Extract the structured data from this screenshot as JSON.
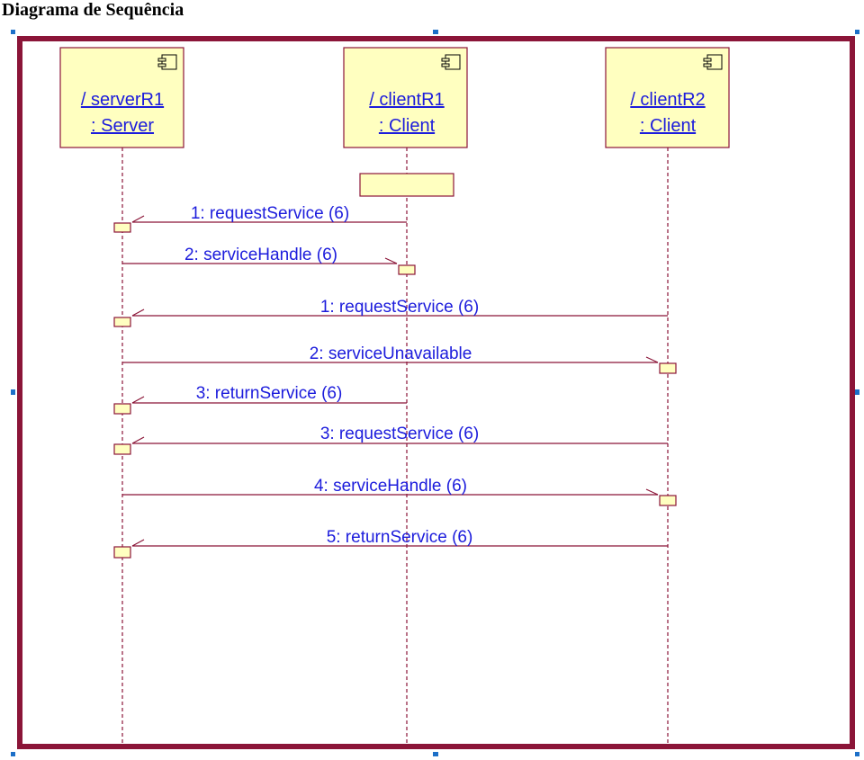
{
  "title": "Diagrama de Sequência",
  "colors": {
    "frame": "#8b1538",
    "lifeline": "#8b1538",
    "box_fill": "#ffffc0",
    "box_stroke": "#8b1538",
    "label": "#1c1cdc",
    "handle": "#1c6fc8"
  },
  "lifelines": [
    {
      "id": "serverR1",
      "name": "/ serverR1",
      "type": ": Server",
      "icon": "component-icon"
    },
    {
      "id": "clientR1",
      "name": "/ clientR1",
      "type": ": Client",
      "icon": "component-icon"
    },
    {
      "id": "clientR2",
      "name": "/ clientR2",
      "type": ": Client",
      "icon": "component-icon"
    }
  ],
  "messages": [
    {
      "label": "1: requestService (6)",
      "from": "clientR1",
      "to": "serverR1"
    },
    {
      "label": "2: serviceHandle (6)",
      "from": "serverR1",
      "to": "clientR1"
    },
    {
      "label": "1: requestService (6)",
      "from": "clientR2",
      "to": "serverR1"
    },
    {
      "label": "2: serviceUnavailable",
      "from": "serverR1",
      "to": "clientR2"
    },
    {
      "label": "3: returnService (6)",
      "from": "clientR1",
      "to": "serverR1"
    },
    {
      "label": "3: requestService (6)",
      "from": "clientR2",
      "to": "serverR1"
    },
    {
      "label": "4: serviceHandle (6)",
      "from": "serverR1",
      "to": "clientR2"
    },
    {
      "label": "5: returnService (6)",
      "from": "clientR2",
      "to": "serverR1"
    }
  ]
}
